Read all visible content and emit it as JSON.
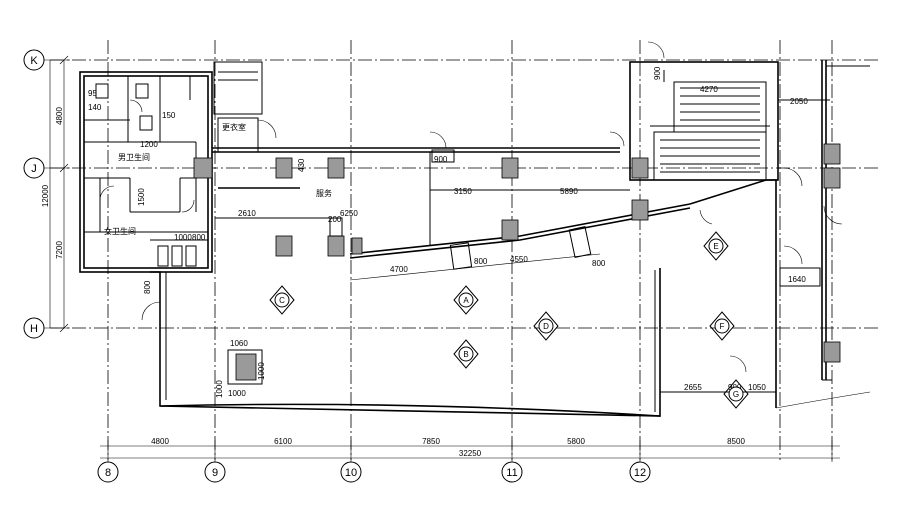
{
  "grid_axes": {
    "vertical": [
      "8",
      "9",
      "10",
      "11",
      "12"
    ],
    "horizontal": [
      "K",
      "J",
      "H"
    ]
  },
  "dimensions": {
    "bottom_spans": [
      "4800",
      "6100",
      "7850",
      "5800",
      "8500"
    ],
    "bottom_total": "32250",
    "left_spans": [
      "4800",
      "7200"
    ],
    "left_total": "12000"
  },
  "interior_dims": {
    "d140": "140",
    "d95": "95",
    "d150": "150",
    "d1200": "1200",
    "d430": "430",
    "d900": "900",
    "d3150": "3150",
    "d5890": "5890",
    "d2610": "2610",
    "d6250": "6250",
    "d200": "200",
    "d1500": "1500",
    "d1000": "1000",
    "d800a": "800",
    "d4700": "4700",
    "d800b": "800",
    "d4550": "4550",
    "d800c": "800",
    "d1060": "1060",
    "d1000b": "1000",
    "d1000c": "1000",
    "d1000d": "1000",
    "d4270": "4270",
    "d2050": "2050",
    "d900b": "900",
    "d1640": "1640",
    "d2655": "2655",
    "d900c": "900",
    "d1050": "1050",
    "d800d": "800"
  },
  "room_labels": [
    "男卫生间",
    "女卫生间",
    "更衣室",
    "服务"
  ],
  "markers": [
    "A",
    "B",
    "C",
    "D",
    "E",
    "F",
    "G"
  ]
}
